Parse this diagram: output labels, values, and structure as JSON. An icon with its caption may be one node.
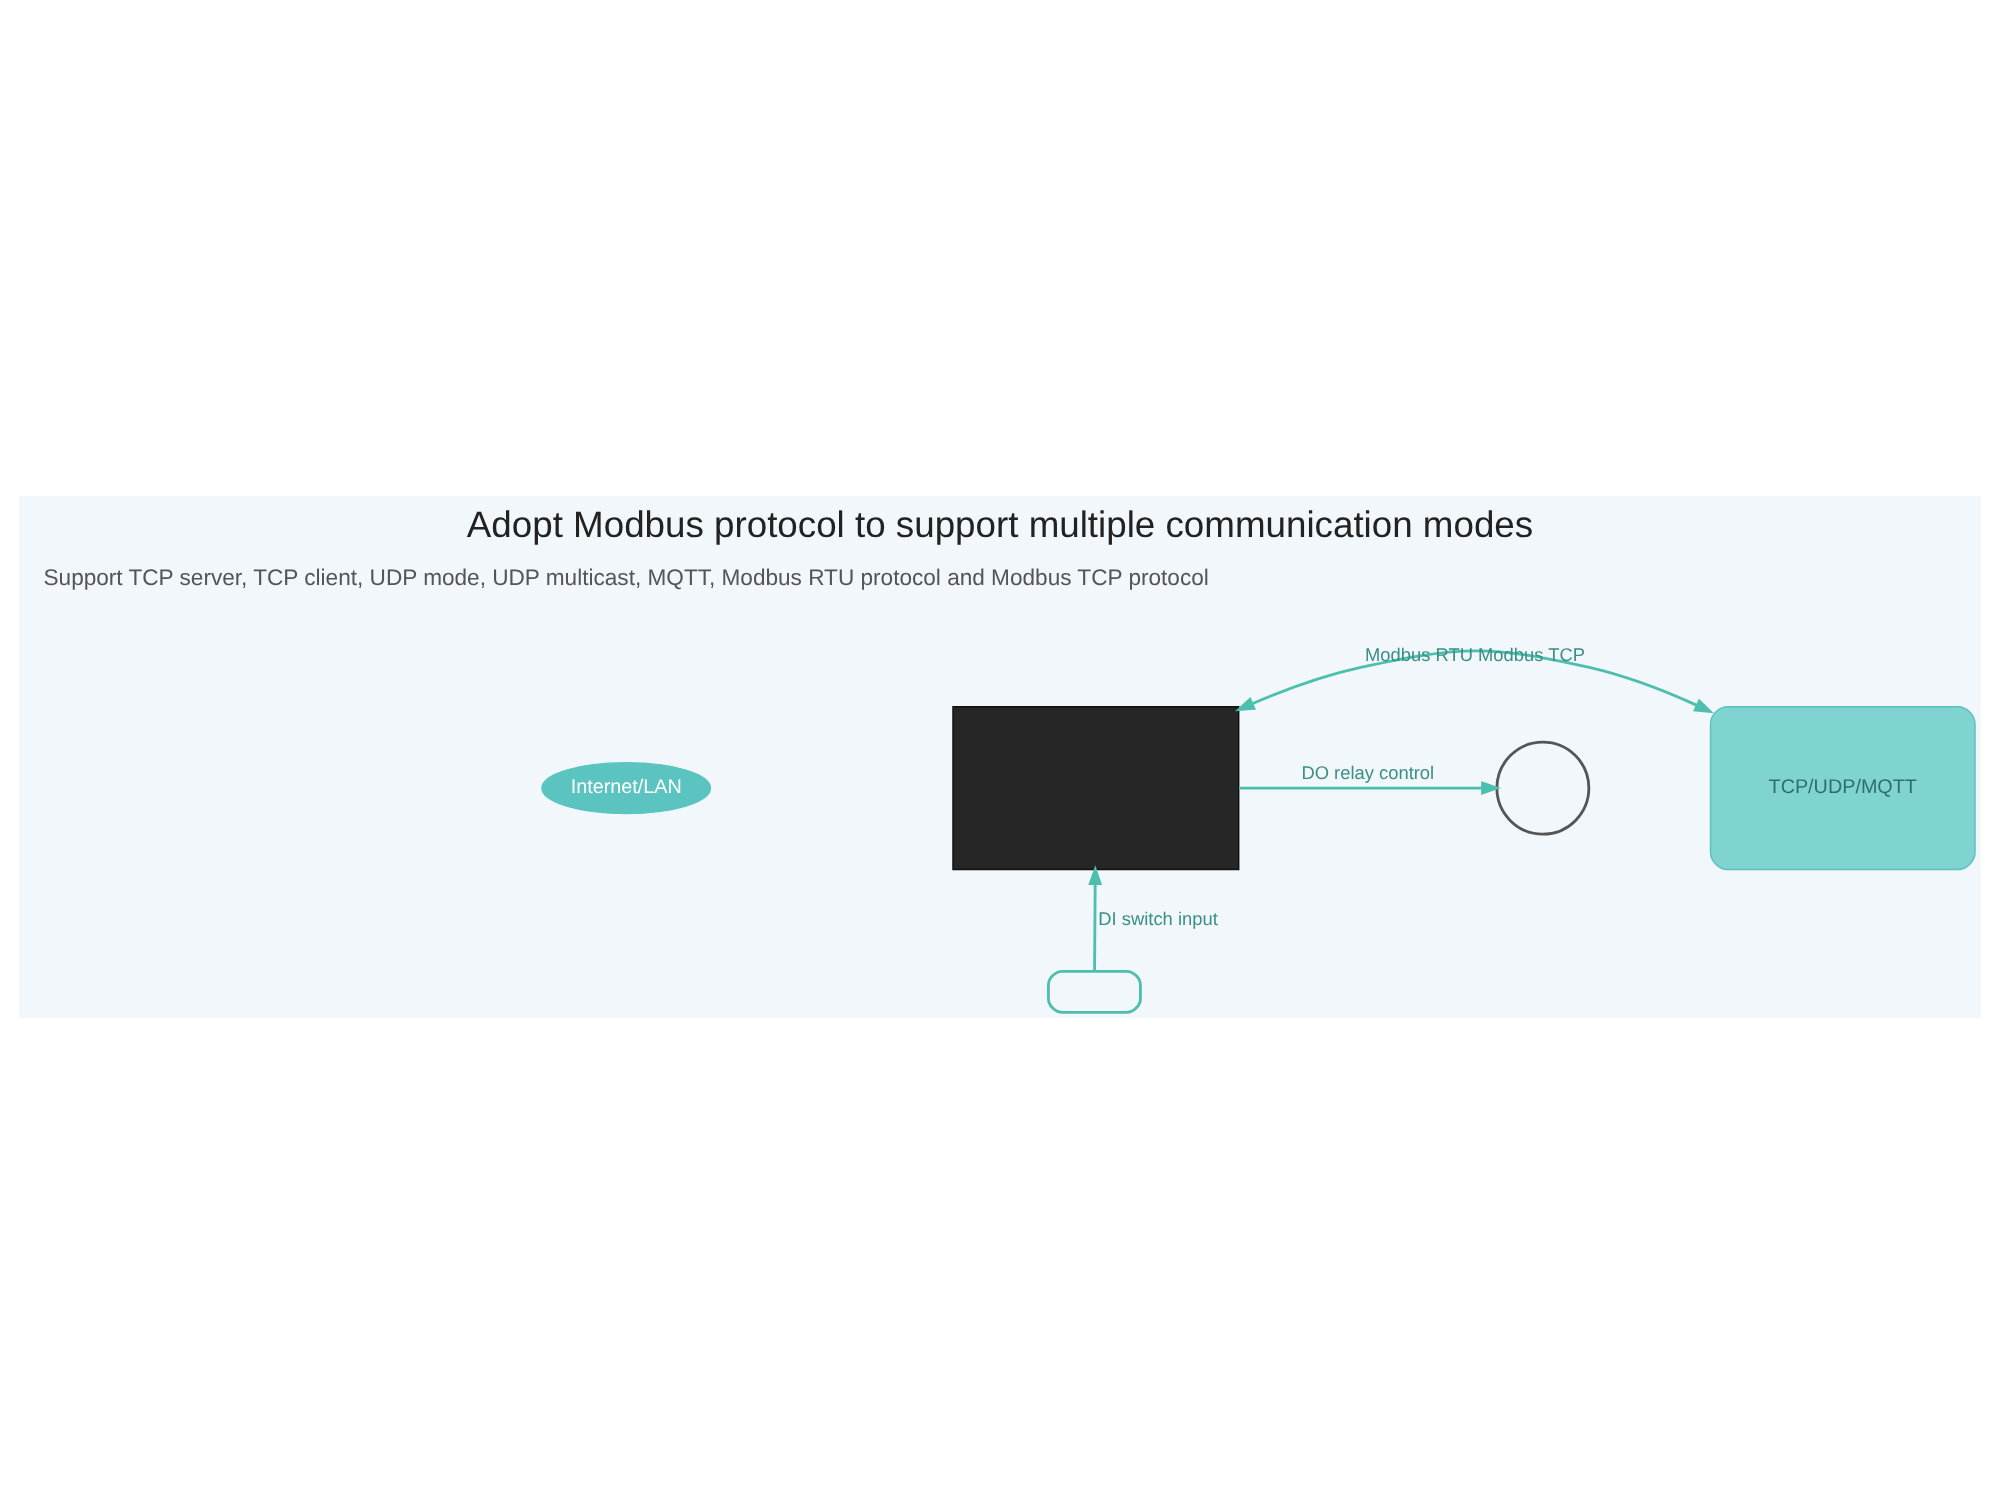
{
  "diagram": {
    "title": "Adopt Modbus protocol to support multiple communication modes",
    "nodes": [
      {
        "text": [
          "TCP/UDP/MQTT"
        ]
      },
      {
        "text": [
          "Internet/LAN"
        ]
      },
      {
        "text": [],
        "shape": "box"
      },
      {
        "text": [],
        "shape": "circle"
      },
      {
        "text": [],
        "shape": "box"
      }
    ],
    "edges": [
      {
        "from": 2,
        "to": 0,
        "arrow": "both",
        "label": "Modbus RTU Modbus TCP"
      },
      {
        "from": 2,
        "to": 3,
        "arrow": "to",
        "label": "DO relay control"
      },
      {
        "from": 4,
        "to": 2,
        "arrow": "to",
        "label": "DI switch input"
      }
    ],
    "labels": [
      "Support TCP server, TCP client, UDP mode, UDP multicast, MQTT, Modbus RTU protocol and Modbus TCP protocol"
    ]
  }
}
